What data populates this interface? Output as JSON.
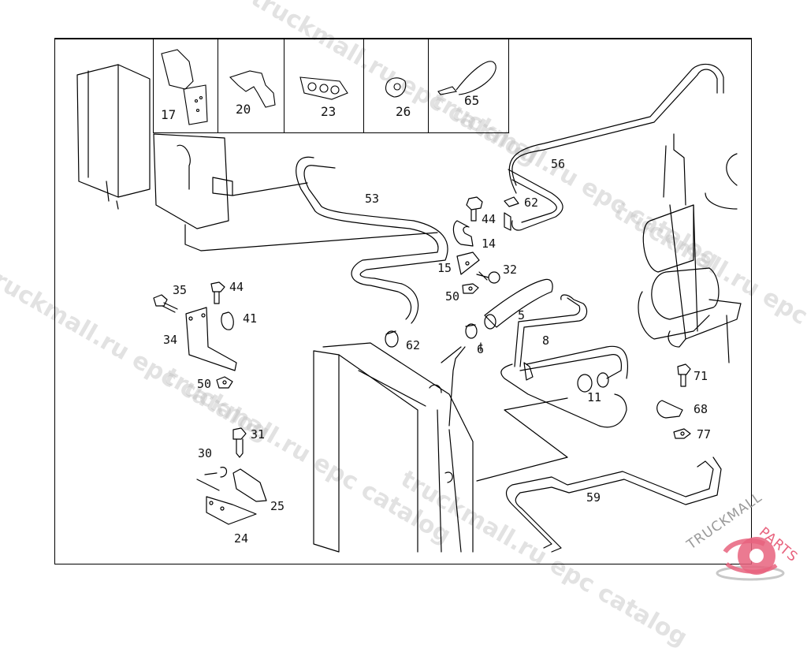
{
  "diagram": {
    "title": "Cooling system hoses and mounting parts",
    "inset_parts": [
      {
        "number": "17",
        "name": "bracket"
      },
      {
        "number": "20",
        "name": "double hose clip"
      },
      {
        "number": "23",
        "name": "multi hose holder"
      },
      {
        "number": "26",
        "name": "grommet clip"
      },
      {
        "number": "65",
        "name": "cable tie"
      }
    ],
    "callouts": [
      {
        "number": "53",
        "name": "hose"
      },
      {
        "number": "56",
        "name": "pipe"
      },
      {
        "number": "62",
        "name": "hose clamp upper"
      },
      {
        "number": "44",
        "name": "bolt upper"
      },
      {
        "number": "14",
        "name": "clip"
      },
      {
        "number": "15",
        "name": "bracket"
      },
      {
        "number": "32",
        "name": "bolt"
      },
      {
        "number": "50",
        "name": "nut center"
      },
      {
        "number": "5",
        "name": "hose"
      },
      {
        "number": "8",
        "name": "pipe"
      },
      {
        "number": "6",
        "name": "hose clamp"
      },
      {
        "number": "62",
        "name": "hose clamp lower"
      },
      {
        "number": "11",
        "name": "hose clamp"
      },
      {
        "number": "35",
        "name": "bolt"
      },
      {
        "number": "44",
        "name": "bolt left"
      },
      {
        "number": "41",
        "name": "rubber mount"
      },
      {
        "number": "34",
        "name": "bracket"
      },
      {
        "number": "50",
        "name": "nut left"
      },
      {
        "number": "31",
        "name": "bolt"
      },
      {
        "number": "30",
        "name": "screw"
      },
      {
        "number": "25",
        "name": "holder"
      },
      {
        "number": "24",
        "name": "bracket"
      },
      {
        "number": "71",
        "name": "bolt"
      },
      {
        "number": "68",
        "name": "clamp"
      },
      {
        "number": "77",
        "name": "nut"
      },
      {
        "number": "59",
        "name": "pipe"
      }
    ]
  },
  "watermarks": {
    "catalog": "truckmall.ru epc catalog",
    "logo_left": "TRUCKMALL",
    "logo_right": "PARTS"
  },
  "colors": {
    "line": "#000000",
    "watermark": "#bebebe",
    "logo_accent": "#e8637e",
    "logo_gray": "#9a9a9a"
  }
}
